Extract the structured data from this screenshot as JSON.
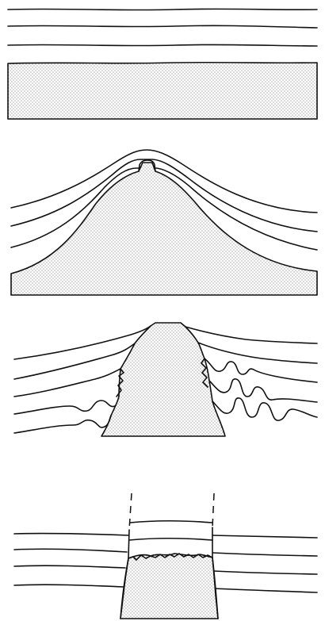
{
  "diagram": {
    "stages": [
      {
        "id": "stage-1",
        "kind": "flat-layers-over-salt-bed"
      },
      {
        "id": "stage-2",
        "kind": "salt-anticline-dome"
      },
      {
        "id": "stage-3",
        "kind": "piercing-diapir-with-folded-flanks"
      },
      {
        "id": "stage-4",
        "kind": "salt-plug-fault-bounded"
      }
    ],
    "fill_pattern": "stipple-dots",
    "colors": {
      "line": "#111111",
      "salt_dot": "#4a4a4a",
      "background": "#ffffff"
    }
  }
}
